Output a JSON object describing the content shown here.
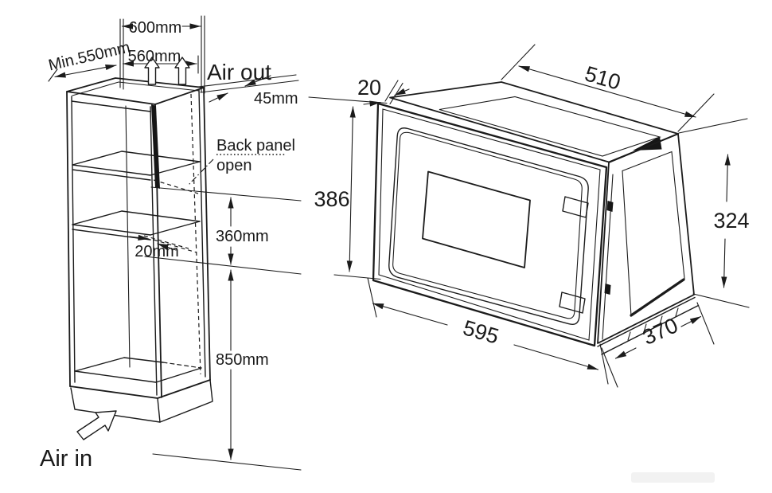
{
  "colors": {
    "line": "#1b1b1b",
    "text": "#1a1a1a",
    "watermark": "#ededed",
    "background": "#ffffff"
  },
  "cabinet_diagram": {
    "dimensions": {
      "outer_width": "600mm",
      "min_depth": "Min.550mm",
      "inner_width": "560mm",
      "top_vent_gap": "45mm",
      "shelf_setback": "20mm",
      "niche_height": "360mm",
      "niche_floor_height": "850mm"
    },
    "labels": {
      "air_out": "Air out",
      "air_in": "Air in",
      "back_panel_open_line1": "Back panel",
      "back_panel_open_line2": "open"
    }
  },
  "microwave_diagram": {
    "dimensions": {
      "trim_overhang": "20",
      "top_depth": "510",
      "front_height": "386",
      "body_height": "324",
      "front_width": "595",
      "body_depth": "370"
    }
  }
}
